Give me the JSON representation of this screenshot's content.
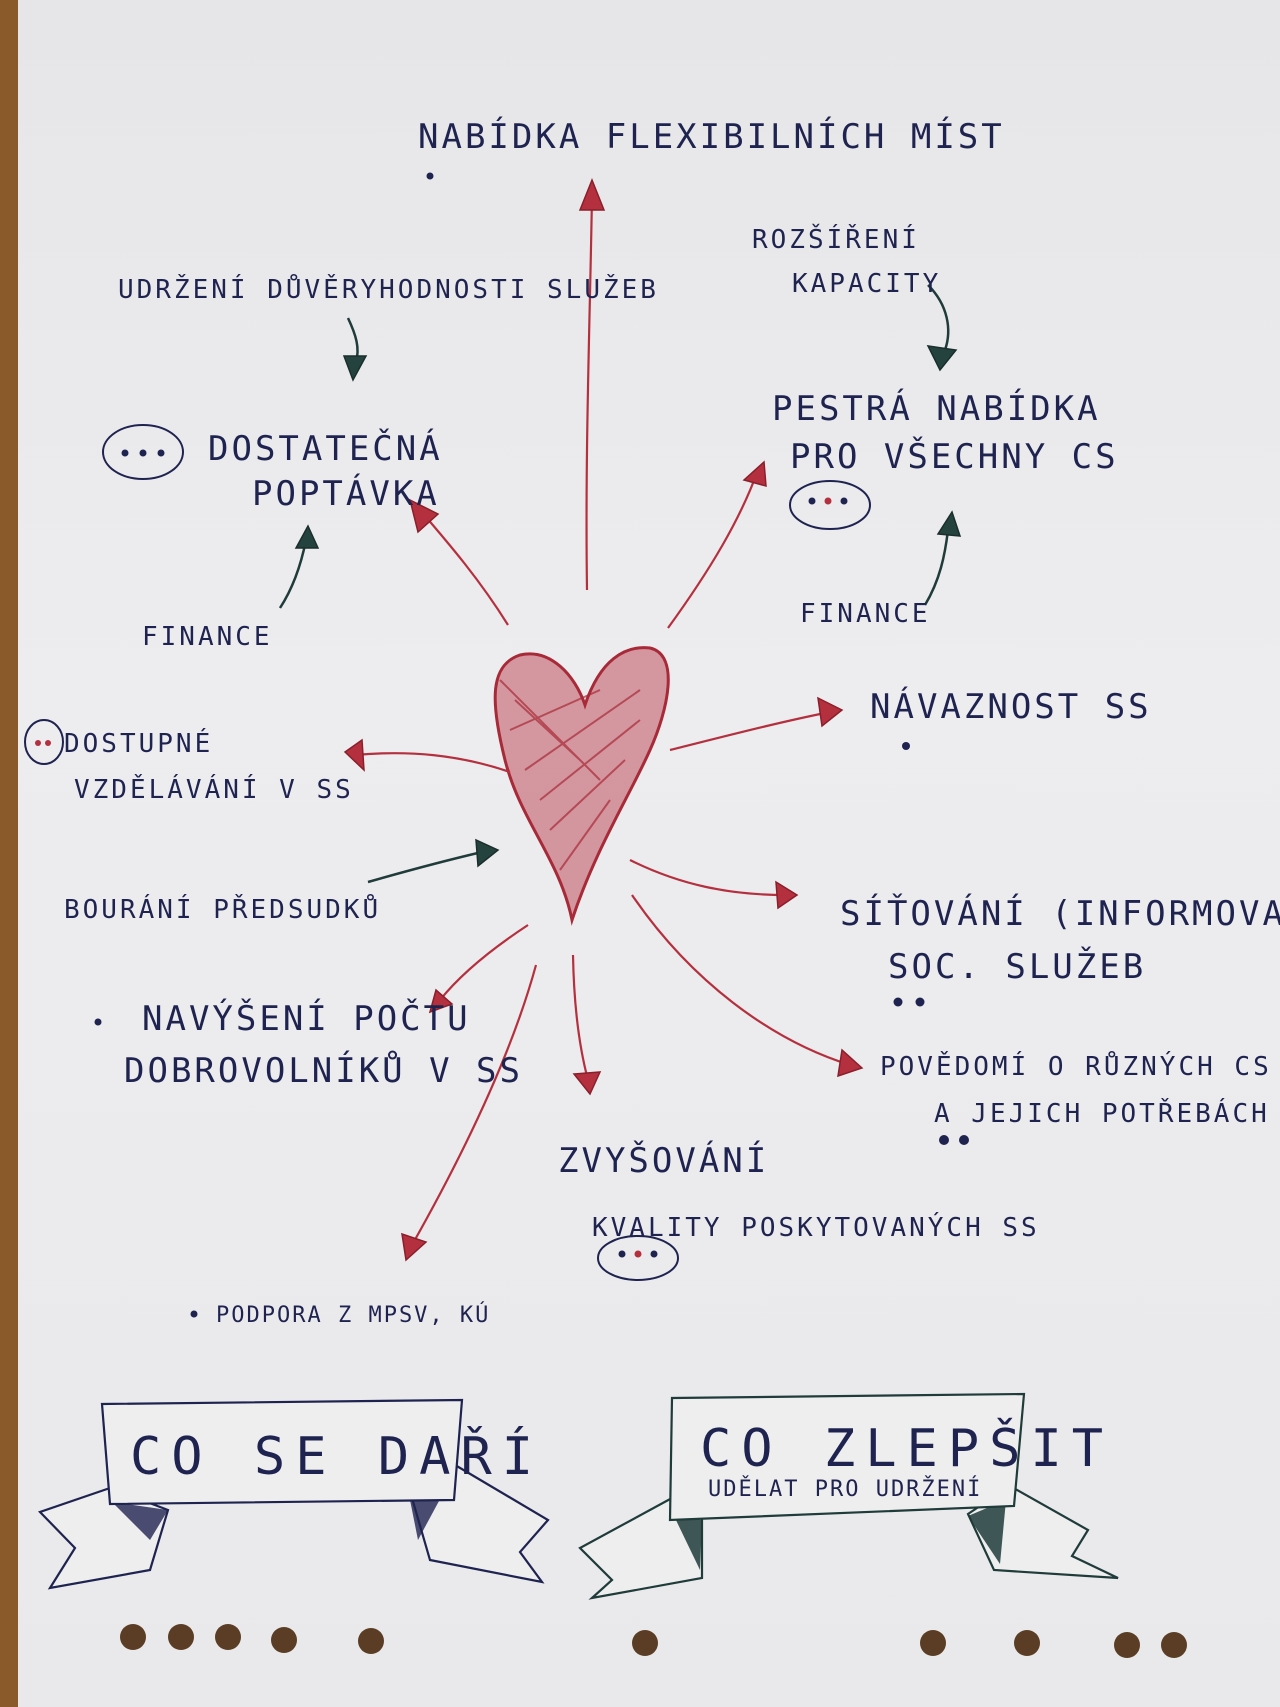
{
  "center": {
    "symbol": "heart"
  },
  "nodes": {
    "top": "NABÍDKA FLEXIBILNÍCH MÍST",
    "trust": "UDRŽENÍ DŮVĚRYHODNOSTI SLUŽEB",
    "demand_line1": "DOSTATEČNÁ",
    "demand_line2": "POPTÁVKA",
    "finance_left": "FINANCE",
    "capacity_line1": "ROZŠÍŘENÍ",
    "capacity_line2": "KAPACITY",
    "offer_line1": "PESTRÁ NABÍDKA",
    "offer_line2": "PRO VŠECHNY CS",
    "finance_right": "FINANCE",
    "continuity": "NÁVAZNOST SS",
    "education_line1": "DOSTUPNÉ",
    "education_line2": "VZDĚLÁVÁNÍ V SS",
    "prejudice": "BOURÁNÍ PŘEDSUDKŮ",
    "networking_line1": "SÍŤOVÁNÍ (INFORMOVANOST)",
    "networking_line2": "SOC. SLUŽEB",
    "volunteers_line1": "NAVÝŠENÍ POČTU",
    "volunteers_line2": "DOBROVOLNÍKŮ V SS",
    "awareness_line1": "POVĚDOMÍ O RŮZNÝCH CS",
    "awareness_line2": "A JEJICH POTŘEBÁCH",
    "quality_line1": "ZVYŠOVÁNÍ",
    "quality_line2": "KVALITY POSKYTOVANÝCH SS",
    "support": "PODPORA Z MPSV, KÚ"
  },
  "banners": {
    "left": {
      "title": "CO SE DAŘÍ"
    },
    "right": {
      "title": "CO ZLEPŠIT",
      "subtitle": "UDĚLAT PRO UDRŽENÍ"
    }
  },
  "colors": {
    "red": "#b5303e",
    "navy": "#1f2350",
    "dark_green": "#1f3b3a",
    "paper": "#ebebed"
  }
}
